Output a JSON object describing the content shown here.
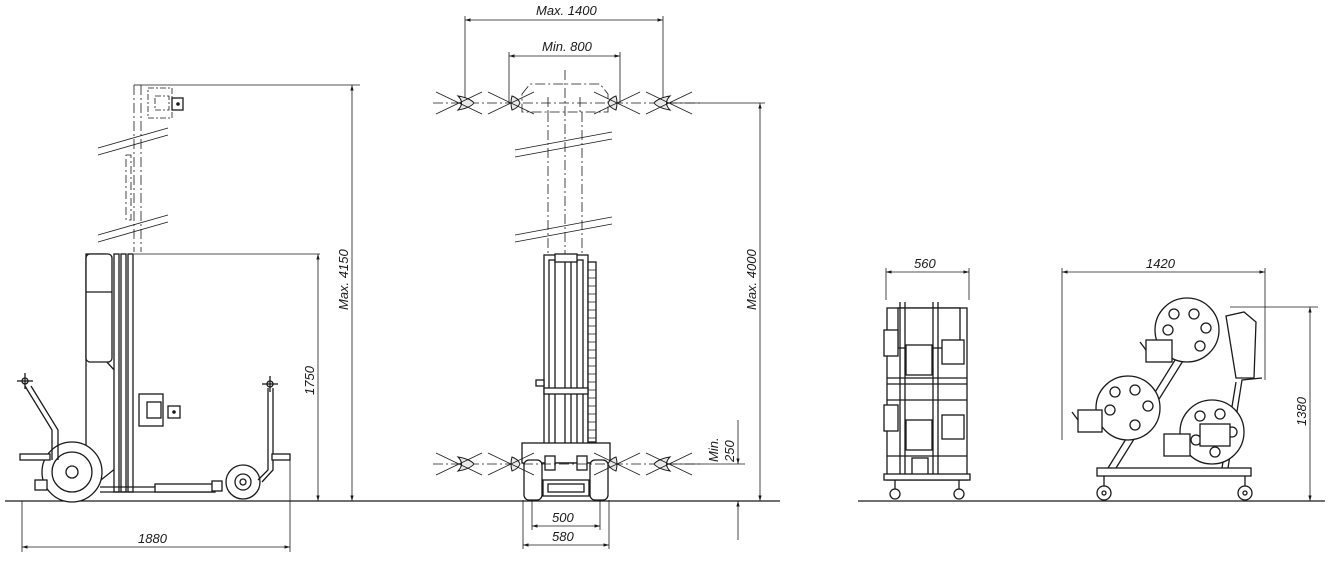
{
  "dimensions": {
    "side_max_height": "Max. 4150",
    "side_height": "1750",
    "side_length": "1880",
    "front_max_span": "Max. 1400",
    "front_min_span": "Min. 800",
    "front_max_height": "Max. 4000",
    "front_min_height_label": "Min.",
    "front_min_height_value": "250",
    "front_inner_width": "500",
    "front_outer_width": "580",
    "folded_width": "560",
    "cart_length": "1420",
    "cart_height": "1380"
  },
  "colors": {
    "line": "#1a1a1a",
    "background": "#ffffff"
  }
}
